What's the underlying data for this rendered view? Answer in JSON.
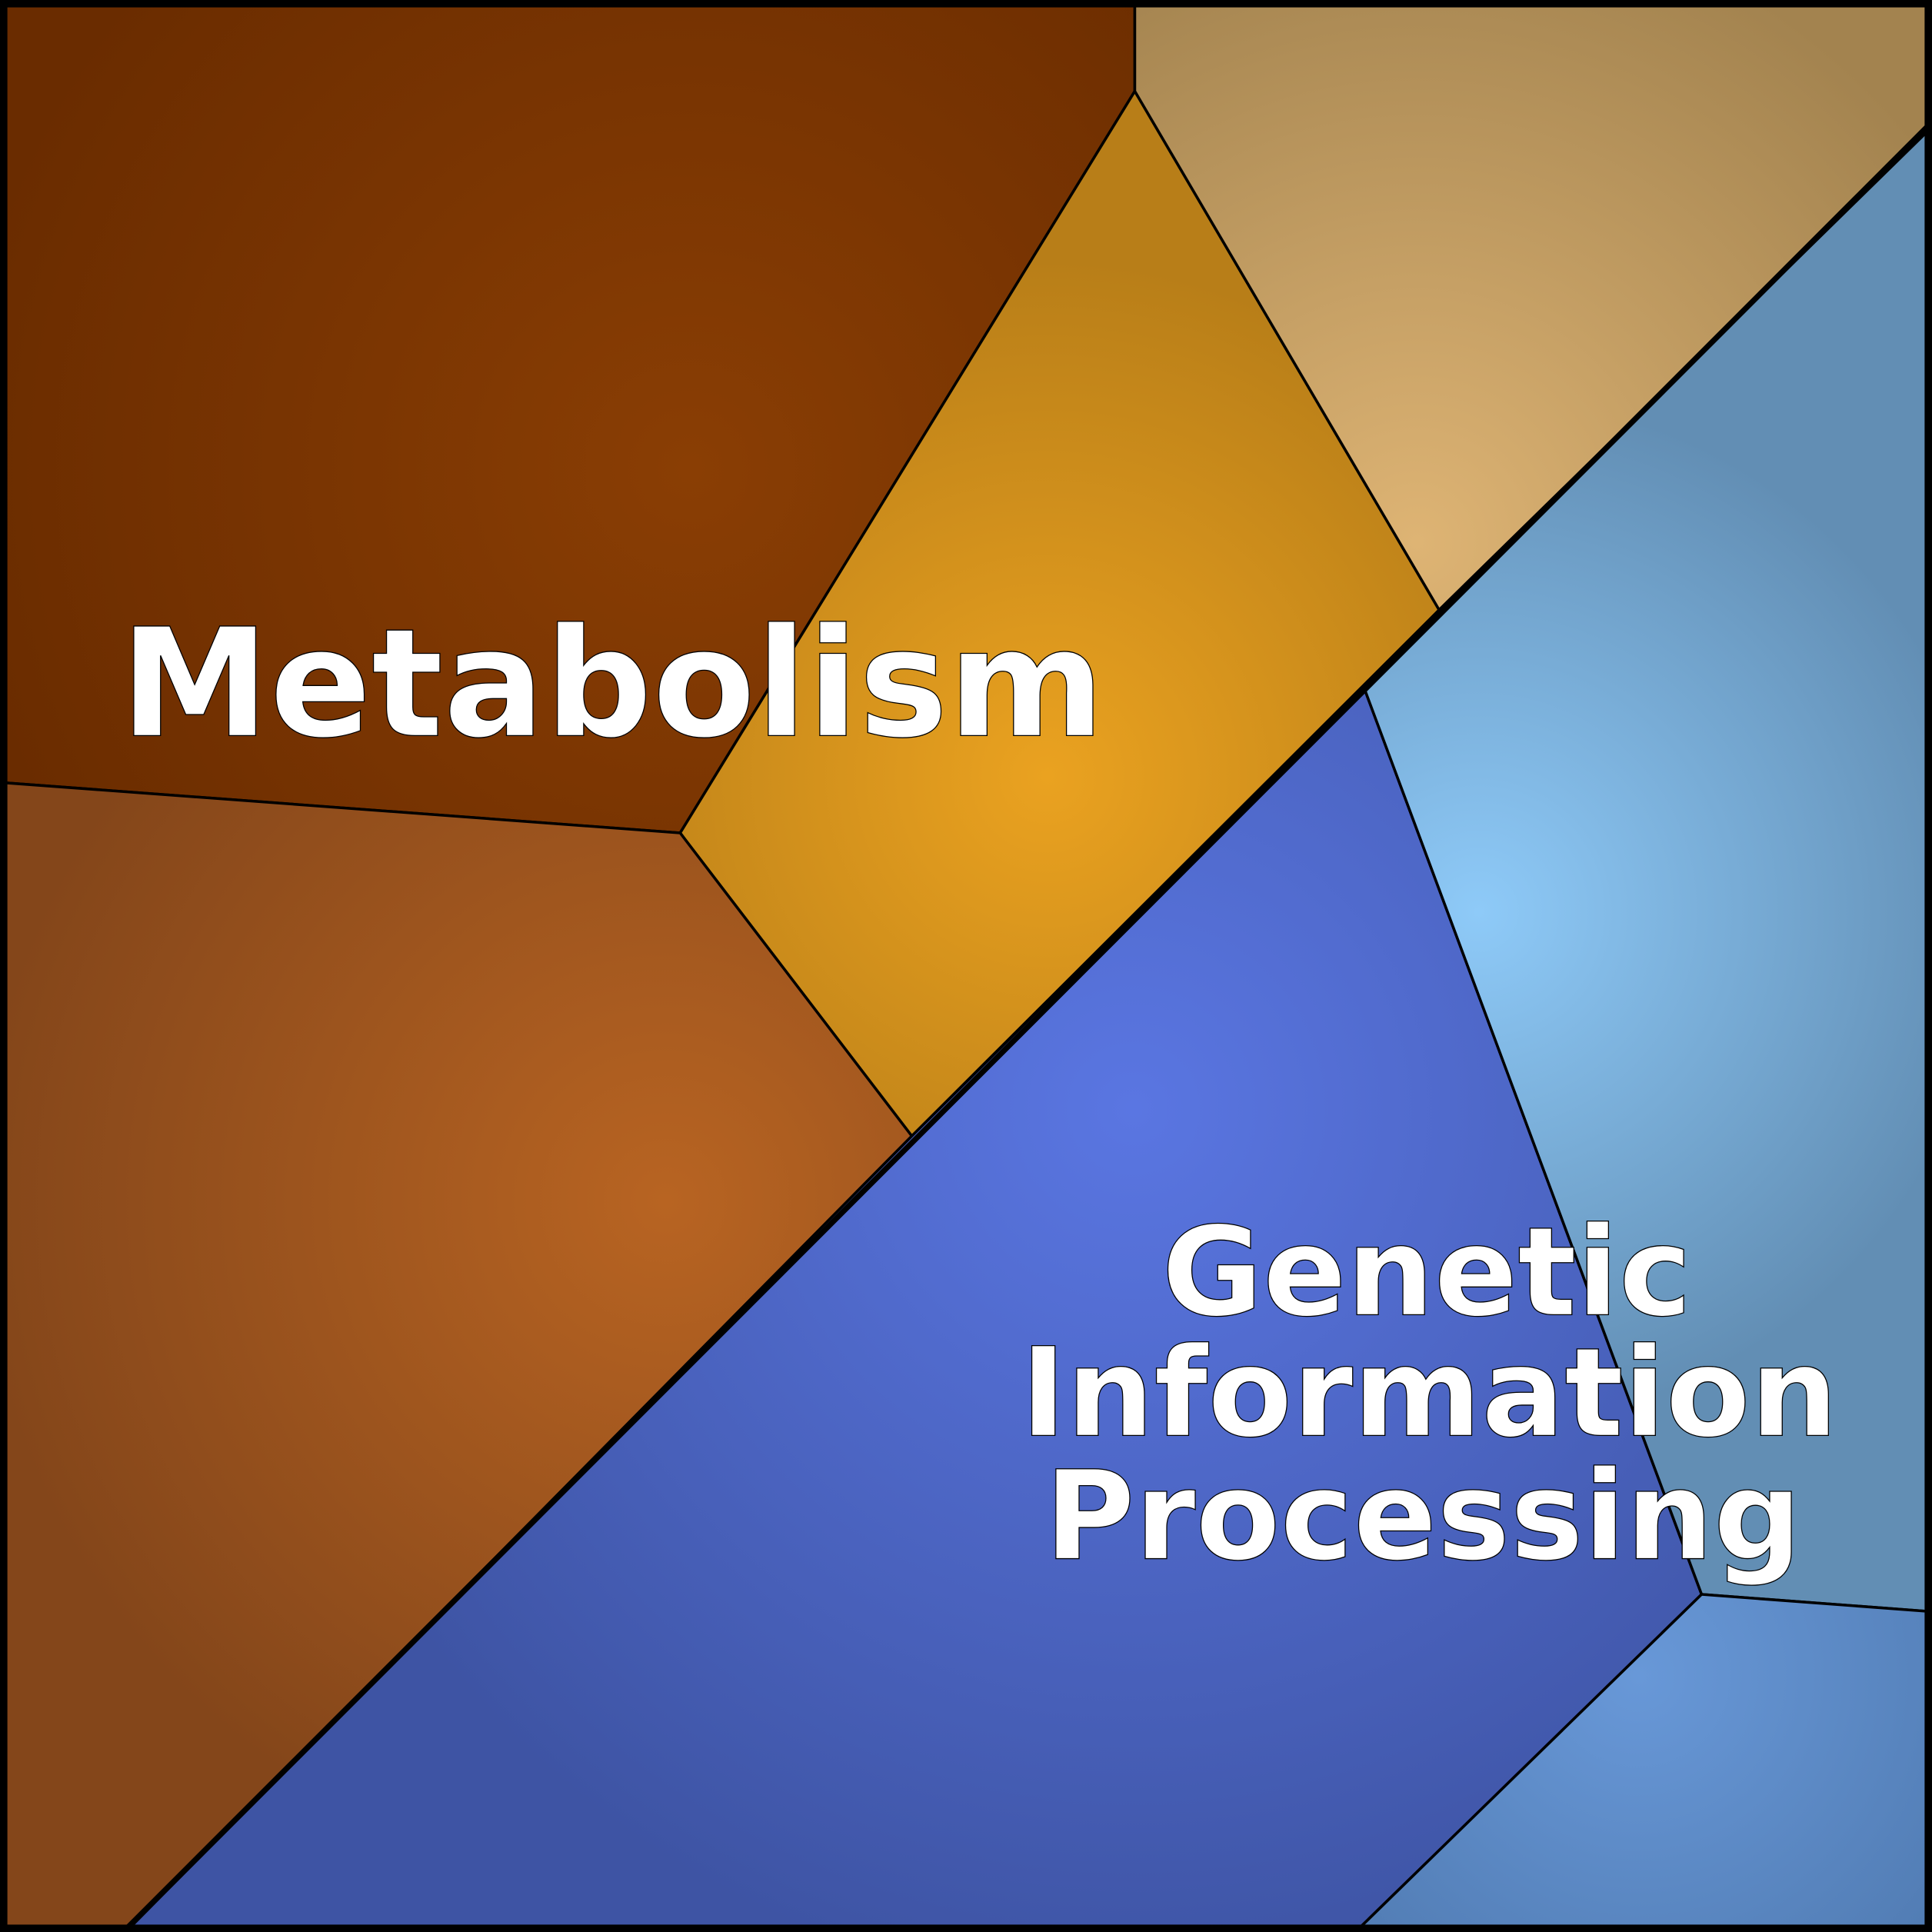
{
  "diagram": {
    "type": "voronoi-treemap",
    "groups": [
      {
        "name": "Metabolism",
        "label_lines": [
          "Metabolism"
        ],
        "cells": [
          {
            "id": "metabolism-dark",
            "color_center": "#8a3e04",
            "color_edge": "#6a2c00"
          },
          {
            "id": "metabolism-gold",
            "color_center": "#eaa220",
            "color_edge": "#b87e18"
          },
          {
            "id": "metabolism-tan",
            "color_center": "#deb474",
            "color_edge": "#a3834f"
          },
          {
            "id": "metabolism-orange",
            "color_center": "#b86422",
            "color_edge": "#84461a"
          }
        ]
      },
      {
        "name": "Genetic Information Processing",
        "label_lines": [
          "Genetic",
          "Information",
          "Processing"
        ],
        "cells": [
          {
            "id": "gip-blue",
            "color_center": "#5a76e2",
            "color_edge": "#3e54a4"
          },
          {
            "id": "gip-light-blue",
            "color_center": "#8ecaf8",
            "color_edge": "#628eb4"
          },
          {
            "id": "gip-steel-blue",
            "color_center": "#6898d8",
            "color_edge": "#4e78ae"
          }
        ]
      }
    ]
  }
}
